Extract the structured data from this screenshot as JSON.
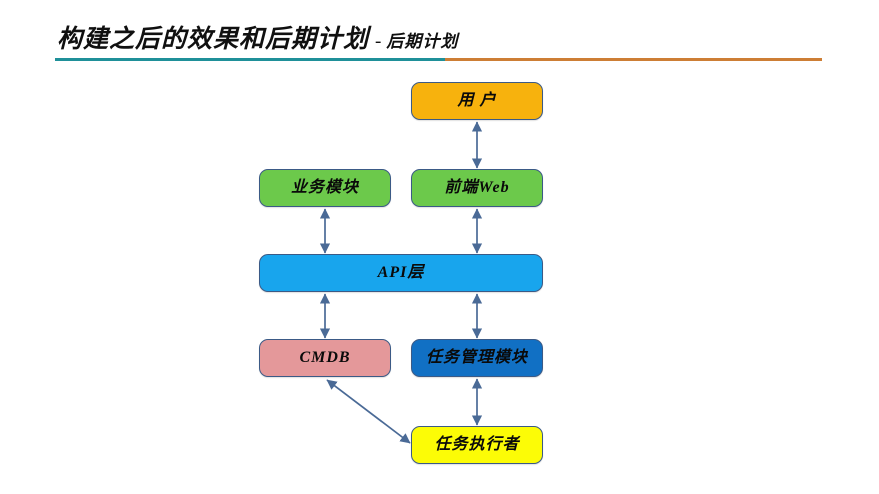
{
  "slide": {
    "title_main": "构建之后的效果和后期计划",
    "title_separator": "-",
    "title_sub": "后期计划",
    "rule_left_color": "#1f9099",
    "rule_right_color": "#cd7e35"
  },
  "diagram": {
    "type": "block-architecture",
    "arrow_color": "#4a6a96",
    "nodes": [
      {
        "id": "user",
        "label": "用  户",
        "fill": "#f7b20d",
        "border": "#3b5a86",
        "text_color": "#0a0a0a"
      },
      {
        "id": "business",
        "label": "业务模块",
        "fill": "#6cc94b",
        "border": "#3b5a86",
        "text_color": "#0a0a0a"
      },
      {
        "id": "frontend",
        "label": "前端Web",
        "fill": "#6cc94b",
        "border": "#3b5a86",
        "text_color": "#0a0a0a"
      },
      {
        "id": "api",
        "label": "API层",
        "fill": "#18a5ed",
        "border": "#3b5a86",
        "text_color": "#0a0a0a"
      },
      {
        "id": "cmdb",
        "label": "CMDB",
        "fill": "#e4989a",
        "border": "#3b5a86",
        "text_color": "#0a0a0a"
      },
      {
        "id": "taskmgr",
        "label": "任务管理模块",
        "fill": "#1170c4",
        "border": "#3b5a86",
        "text_color": "#0a0a0a"
      },
      {
        "id": "executor",
        "label": "任务执行者",
        "fill": "#fcfc06",
        "border": "#3b5a86",
        "text_color": "#0a0a0a"
      }
    ],
    "connections": [
      {
        "from": "frontend",
        "to": "user",
        "style": "double-arrow",
        "orientation": "vertical"
      },
      {
        "from": "api",
        "to": "business",
        "style": "double-arrow",
        "orientation": "vertical"
      },
      {
        "from": "api",
        "to": "frontend",
        "style": "double-arrow",
        "orientation": "vertical"
      },
      {
        "from": "cmdb",
        "to": "api",
        "style": "double-arrow",
        "orientation": "vertical"
      },
      {
        "from": "taskmgr",
        "to": "api",
        "style": "double-arrow",
        "orientation": "vertical"
      },
      {
        "from": "executor",
        "to": "taskmgr",
        "style": "double-arrow",
        "orientation": "vertical"
      },
      {
        "from": "executor",
        "to": "cmdb",
        "style": "double-arrow",
        "orientation": "diagonal"
      }
    ]
  }
}
